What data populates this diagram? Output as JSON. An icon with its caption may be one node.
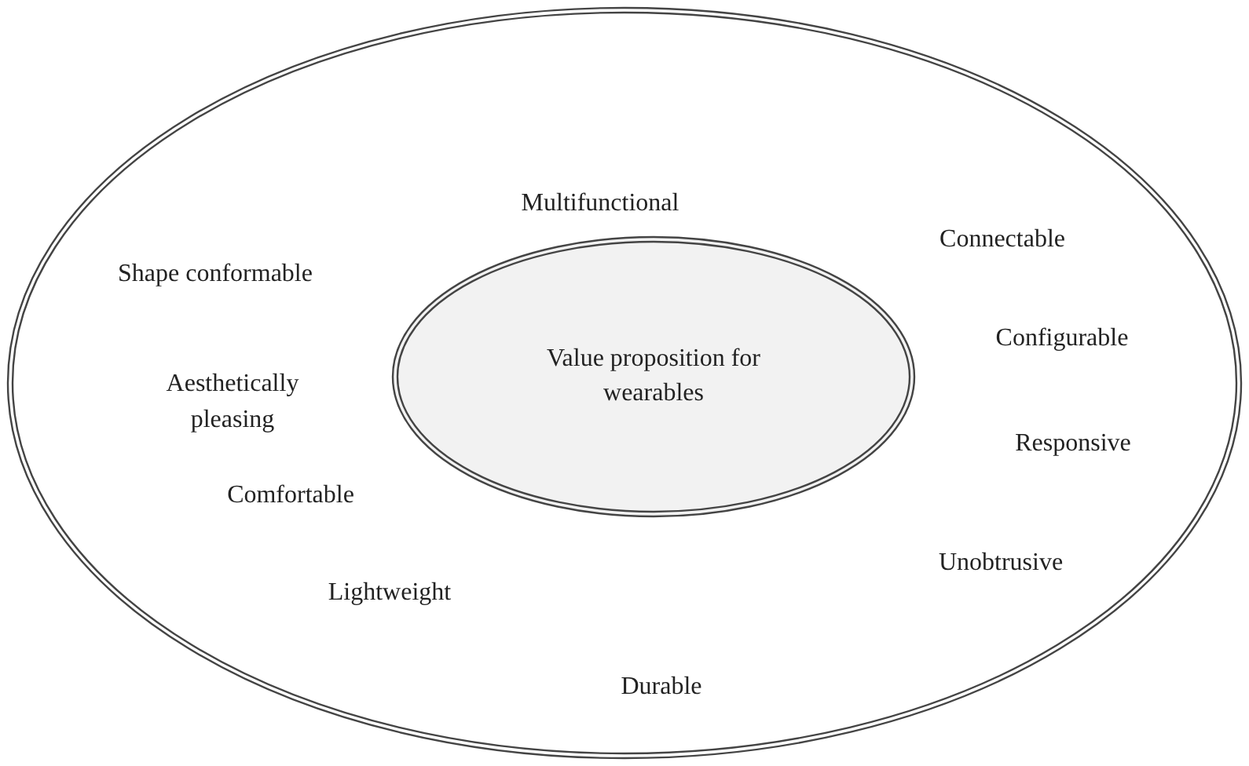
{
  "diagram": {
    "nodes": [
      {
        "text": [],
        "shape": "ellipse"
      },
      {
        "text": [
          "Value proposition for wearables"
        ],
        "in": 0
      }
    ],
    "labels": [
      "Multifunctional",
      "Connectable",
      "Shape conformable",
      "Configurable",
      "Aesthetically pleasing",
      "Responsive",
      "Comfortable",
      "Unobtrusive",
      "Lightweight",
      "Durable"
    ]
  }
}
